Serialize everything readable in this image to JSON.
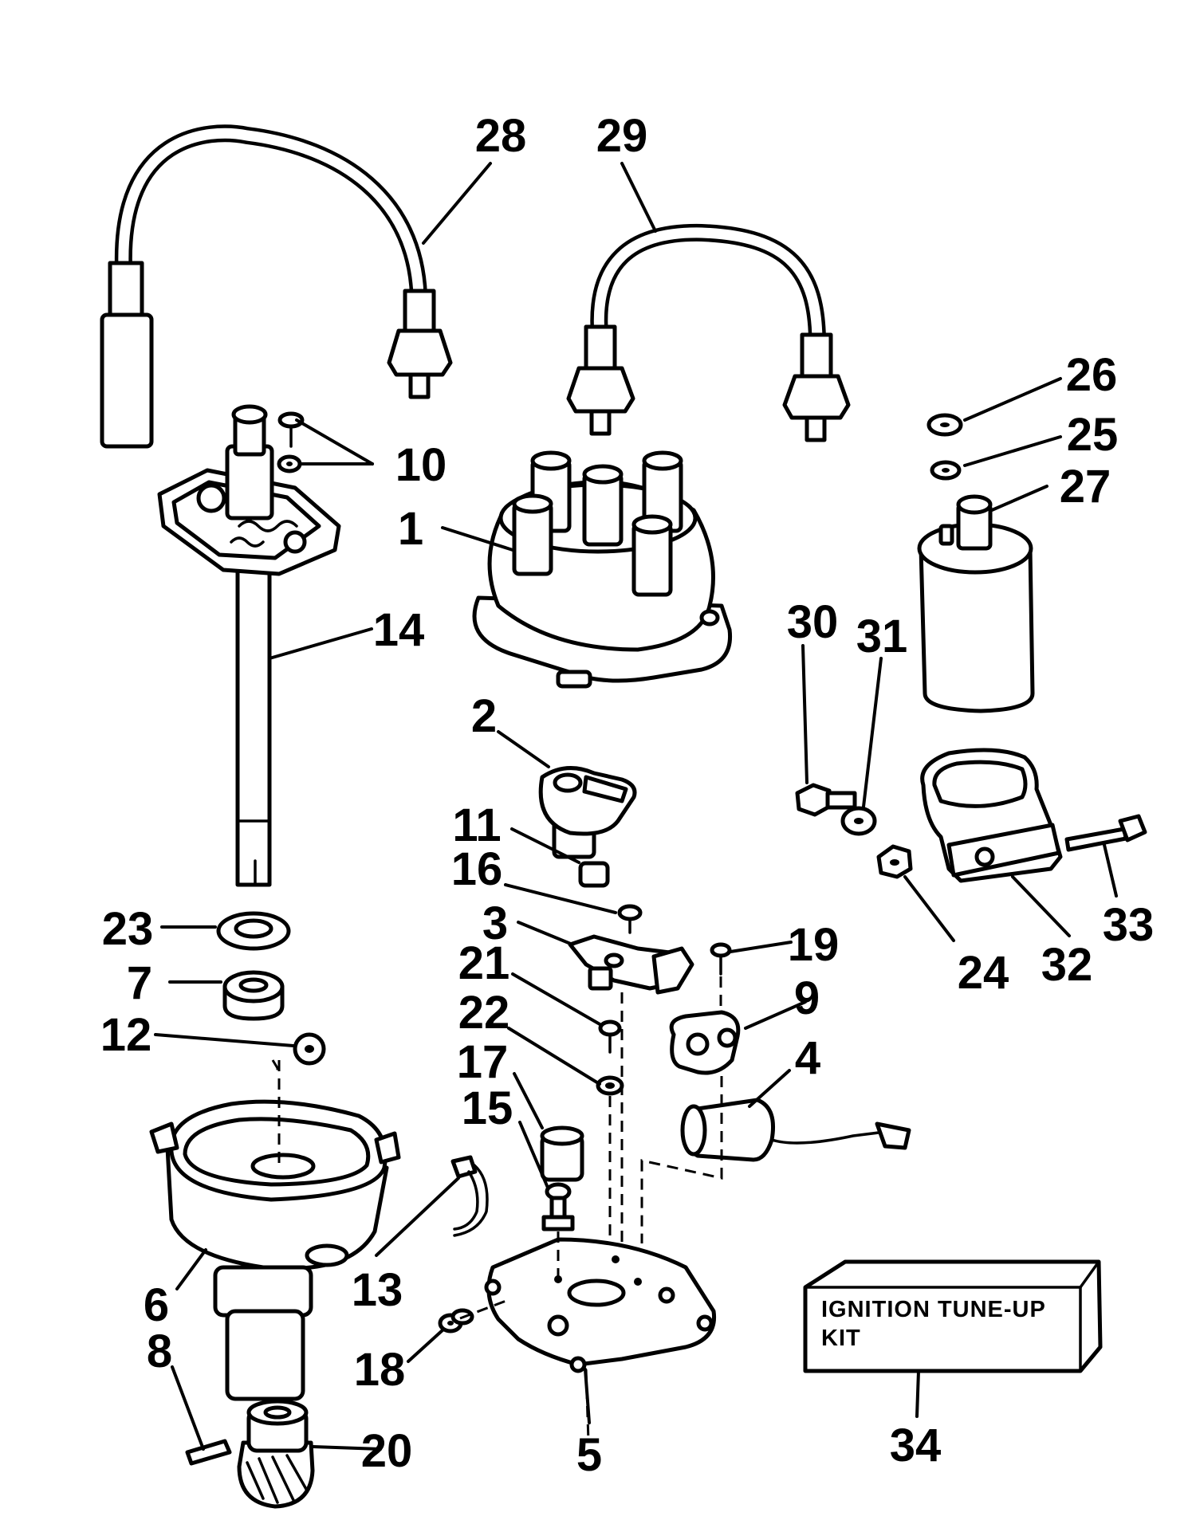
{
  "callouts": [
    "1",
    "2",
    "3",
    "4",
    "5",
    "6",
    "7",
    "8",
    "9",
    "10",
    "11",
    "12",
    "13",
    "14",
    "15",
    "16",
    "17",
    "18",
    "19",
    "20",
    "21",
    "22",
    "23",
    "24",
    "25",
    "26",
    "27",
    "28",
    "29",
    "30",
    "31",
    "32",
    "33",
    "34"
  ],
  "kit_box": {
    "line1": "IGNITION TUNE-UP",
    "line2": "KIT"
  },
  "colors": {
    "ink": "#000000",
    "paper": "#ffffff"
  }
}
